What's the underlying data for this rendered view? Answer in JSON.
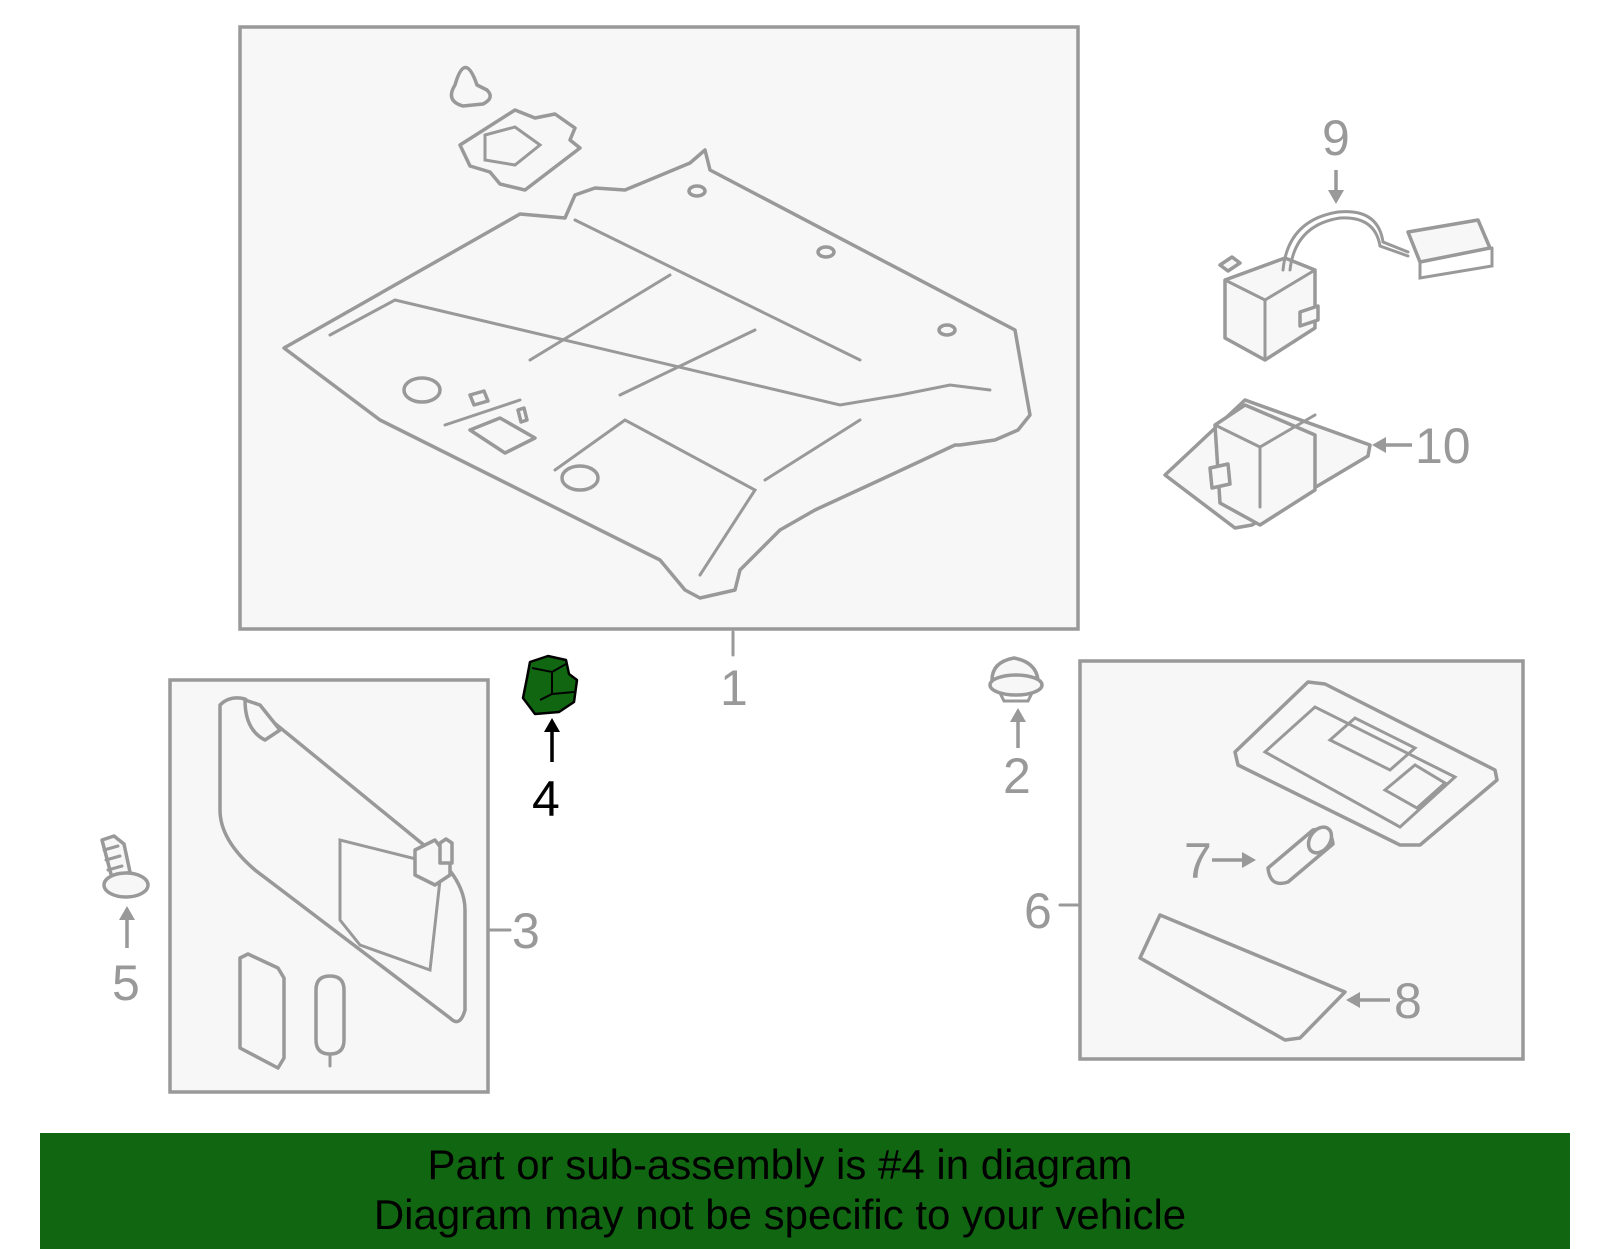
{
  "callouts": {
    "c1": "1",
    "c2": "2",
    "c3": "3",
    "c4": "4",
    "c5": "5",
    "c6": "6",
    "c7": "7",
    "c8": "8",
    "c9": "9",
    "c10": "10"
  },
  "highlighted_part": "4",
  "colors": {
    "highlight": "#116611",
    "outline": "#999999",
    "panel_fill": "#f7f7f7"
  },
  "banner": {
    "line1": "Part or sub-assembly is #4 in diagram",
    "line2": "Diagram may not be specific to your vehicle"
  }
}
